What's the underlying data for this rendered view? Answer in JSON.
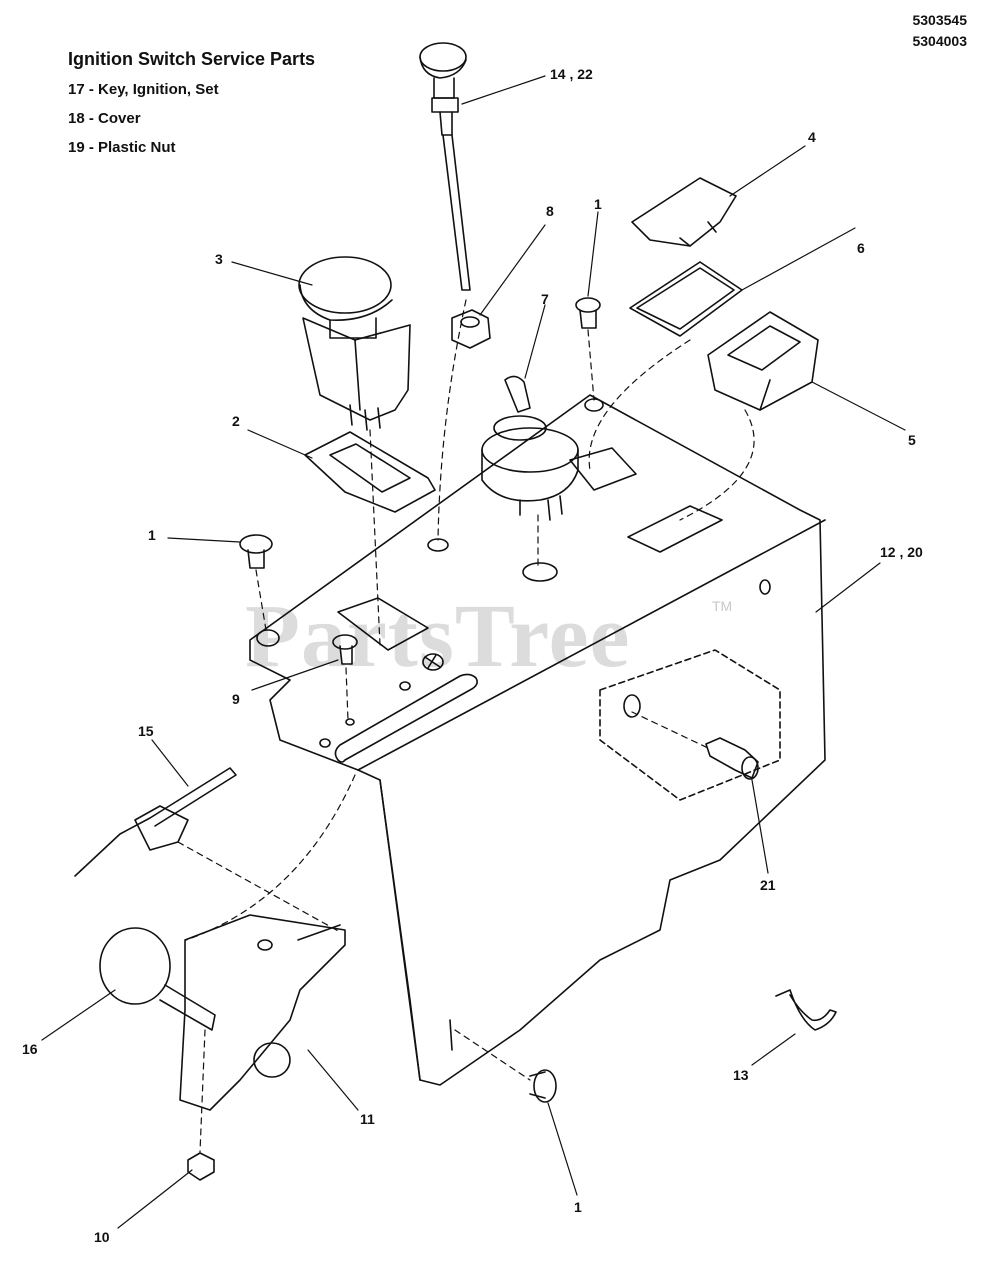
{
  "header": {
    "codes": [
      "5303545",
      "5304003"
    ],
    "service_title": "Ignition Switch Service Parts",
    "service_parts": [
      "17 - Key, Ignition, Set",
      "18 - Cover",
      "19 - Plastic Nut"
    ]
  },
  "watermark": {
    "text": "PartsTree",
    "tm": "TM"
  },
  "callouts": {
    "c14_22": "14 , 22",
    "c4": "4",
    "c8": "8",
    "c1a": "1",
    "c3": "3",
    "c6": "6",
    "c7": "7",
    "c5": "5",
    "c2": "2",
    "c1b": "1",
    "c12_20": "12 , 20",
    "c9": "9",
    "c15": "15",
    "c21": "21",
    "c16": "16",
    "c13": "13",
    "c11": "11",
    "c1c": "1",
    "c10": "10"
  }
}
